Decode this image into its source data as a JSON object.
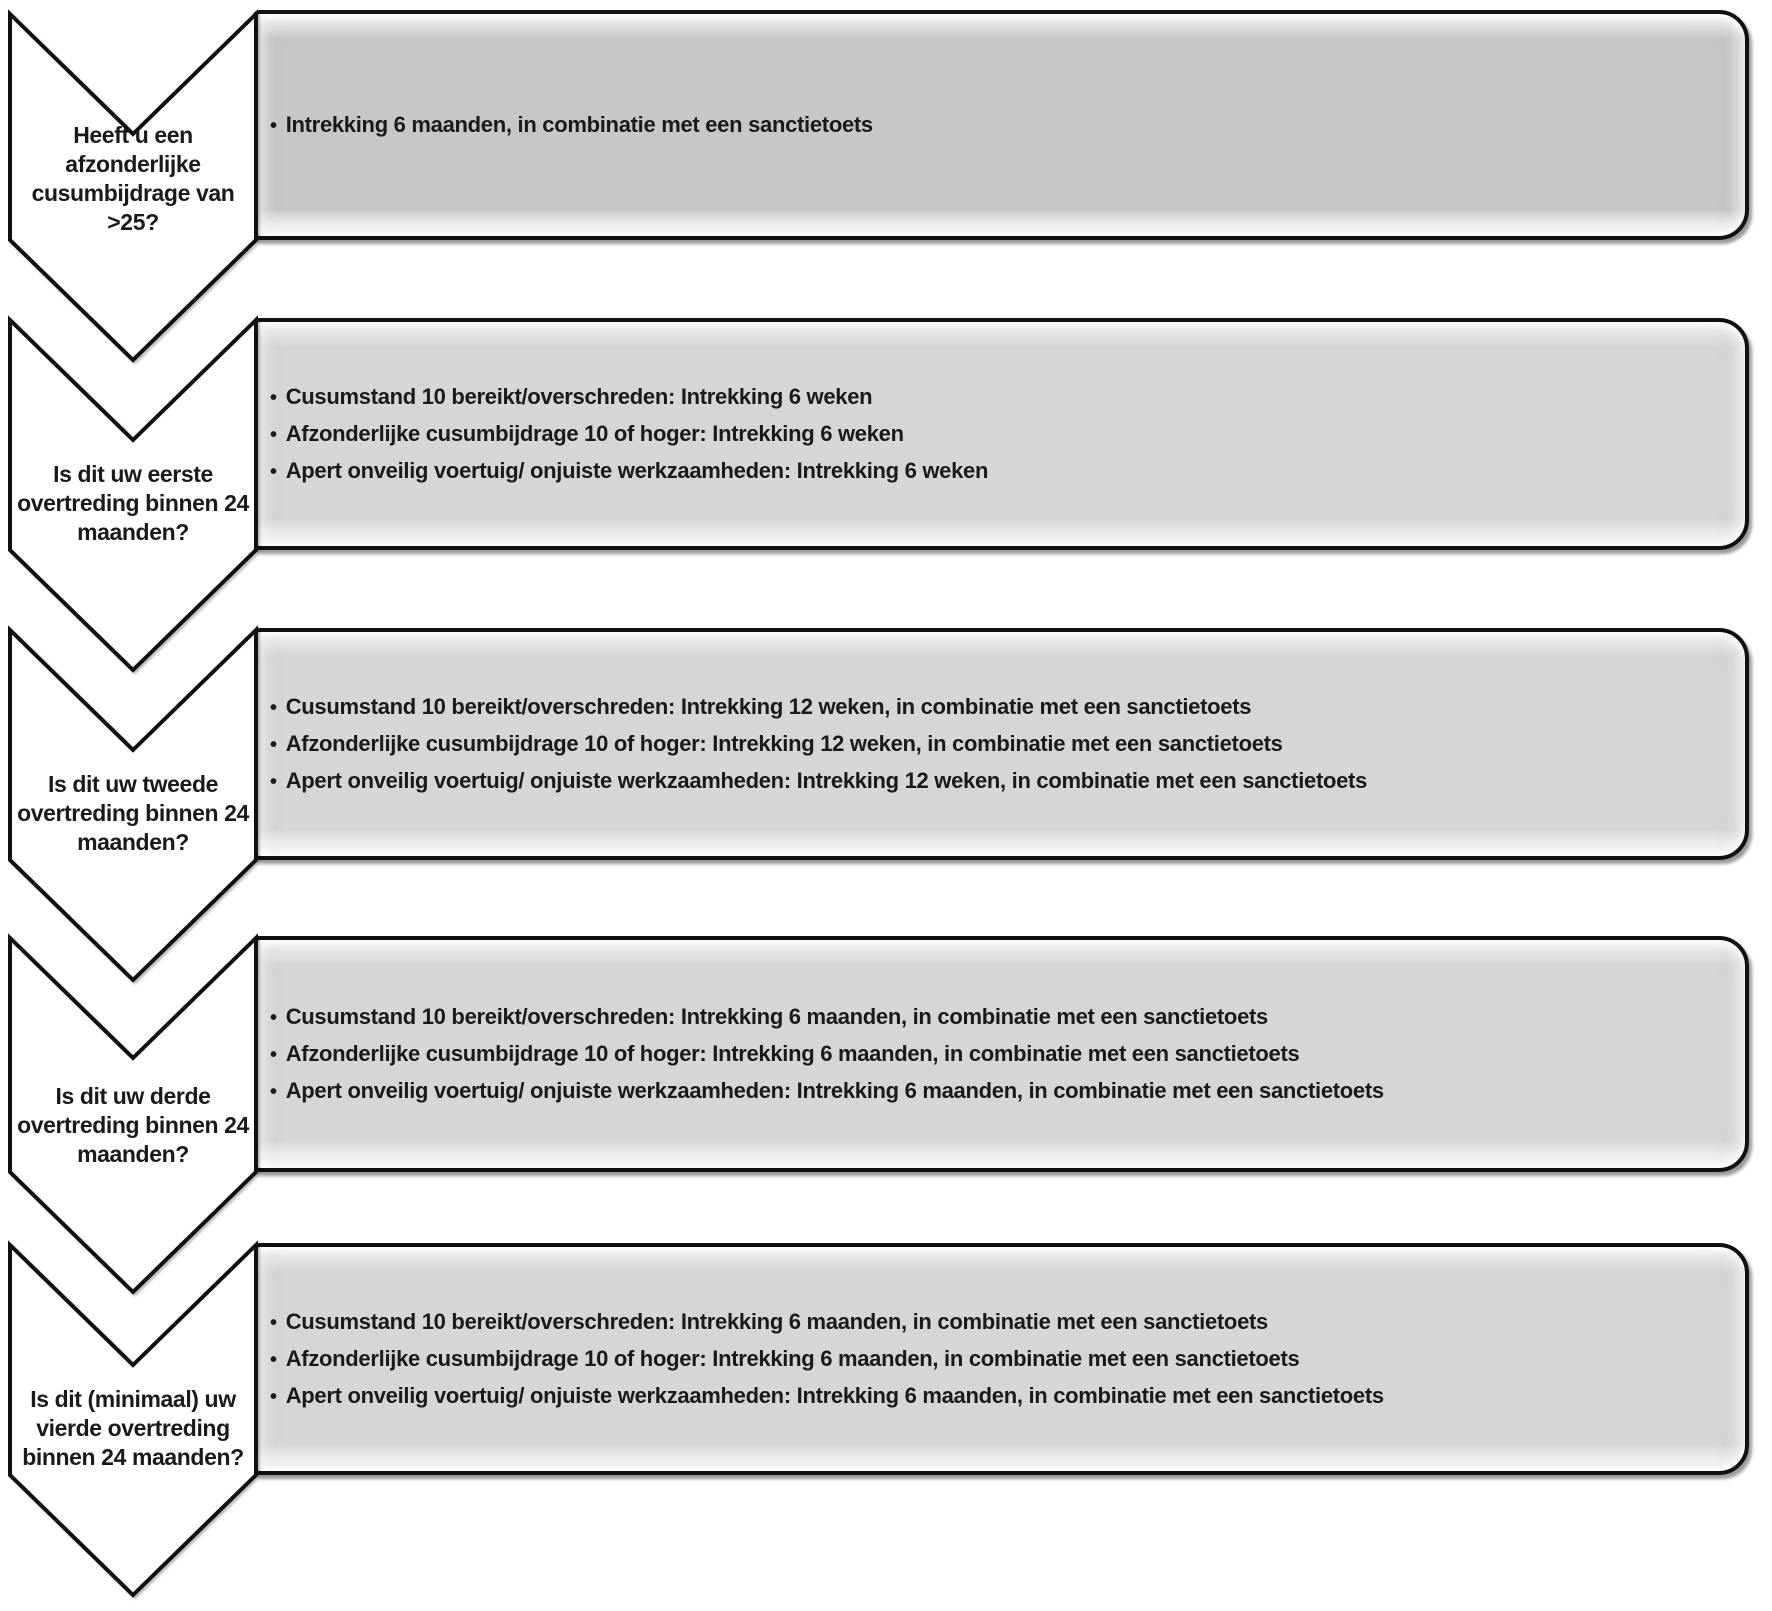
{
  "colors": {
    "outline": "#101010",
    "box_fill": "#d6d6d6",
    "box_fill_first": "#c7c7c7",
    "chevron_fill": "#ffffff",
    "text": "#1a1a1a"
  },
  "sections": [
    {
      "question": "Heeft u een afzonderlijke cusumbijdrage van >25?",
      "bullets": [
        "Intrekking 6 maanden, in combinatie met een sanctietoets"
      ]
    },
    {
      "question": "Is dit uw eerste overtreding binnen 24 maanden?",
      "bullets": [
        "Cusumstand 10 bereikt/overschreden: Intrekking 6 weken",
        "Afzonderlijke cusumbijdrage 10 of hoger: Intrekking 6 weken",
        "Apert onveilig voertuig/ onjuiste werkzaamheden: Intrekking 6 weken"
      ]
    },
    {
      "question": "Is dit uw tweede overtreding binnen 24 maanden?",
      "bullets": [
        "Cusumstand 10 bereikt/overschreden: Intrekking 12 weken, in combinatie met een sanctietoets",
        "Afzonderlijke cusumbijdrage 10 of hoger: Intrekking 12 weken, in combinatie met een sanctietoets",
        "Apert onveilig voertuig/ onjuiste werkzaamheden: Intrekking 12 weken, in combinatie met een sanctietoets"
      ]
    },
    {
      "question": "Is dit uw derde overtreding binnen 24 maanden?",
      "bullets": [
        "Cusumstand 10 bereikt/overschreden: Intrekking 6 maanden, in combinatie met een sanctietoets",
        "Afzonderlijke cusumbijdrage 10 of hoger: Intrekking 6 maanden, in combinatie met een sanctietoets",
        "Apert onveilig voertuig/ onjuiste werkzaamheden: Intrekking 6 maanden, in combinatie met een sanctietoets"
      ]
    },
    {
      "question": "Is dit (minimaal) uw vierde overtreding binnen 24 maanden?",
      "bullets": [
        "Cusumstand 10 bereikt/overschreden: Intrekking 6 maanden, in combinatie met een sanctietoets",
        "Afzonderlijke cusumbijdrage 10 of hoger: Intrekking 6 maanden, in combinatie met een sanctietoets",
        "Apert onveilig voertuig/ onjuiste werkzaamheden: Intrekking 6 maanden, in combinatie met een sanctietoets"
      ]
    }
  ]
}
